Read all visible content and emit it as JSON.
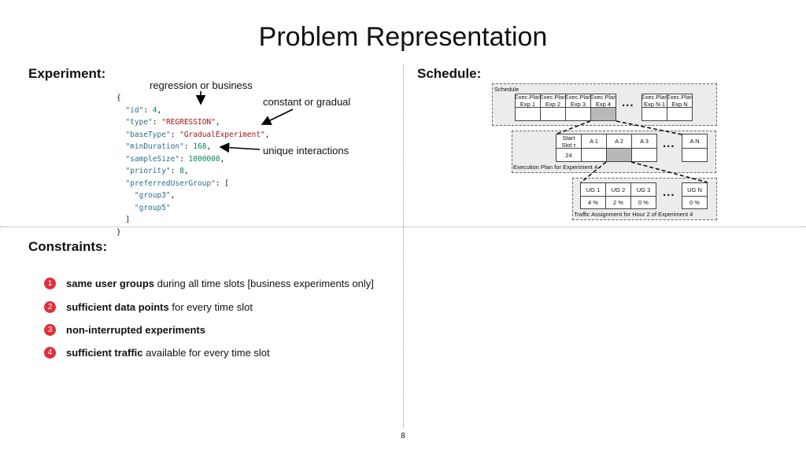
{
  "title": "Problem Representation",
  "experiment": {
    "heading": "Experiment:",
    "annotations": {
      "type_note": "regression or business",
      "base_type_note": "constant or gradual",
      "sample_size_note": "unique interactions"
    },
    "code_lines": [
      [
        "{"
      ],
      [
        "  ",
        "\"id\"",
        ": ",
        "4",
        ","
      ],
      [
        "  ",
        "\"type\"",
        ": ",
        "\"REGRESSION\"",
        ","
      ],
      [
        "  ",
        "\"baseType\"",
        ": ",
        "\"GradualExperiment\"",
        ","
      ],
      [
        "  ",
        "\"minDuration\"",
        ": ",
        "168",
        ","
      ],
      [
        "  ",
        "\"sampleSize\"",
        ": ",
        "1000000",
        ","
      ],
      [
        "  ",
        "\"priority\"",
        ": ",
        "8",
        ","
      ],
      [
        "  ",
        "\"preferredUserGroup\"",
        ": ["
      ],
      [
        "    ",
        "\"group3\"",
        ","
      ],
      [
        "    ",
        "\"group5\""
      ],
      [
        "  ]"
      ],
      [
        "}"
      ]
    ]
  },
  "schedule": {
    "heading": "Schedule:",
    "schedule_box_label": "Schedule",
    "exec_plans": [
      "Exec.Plan\nExp 1",
      "Exec.Plan\nExp 2",
      "Exec.Plan\nExp 3",
      "Exec.Plan\nExp 4",
      "Exec.Plan\nExp N-1",
      "Exec.Plan\nExp N"
    ],
    "ellipsis": "...",
    "execution_plan_label": "Execution Plan for Experiment 4",
    "exec_headers": [
      "Start\nSlot τ",
      "A 1",
      "A 2",
      "A 3",
      "A N"
    ],
    "exec_start_value": "24",
    "traffic_label": "Traffic Assignment for Hour 2 of Experiment 4",
    "traffic_headers": [
      "UG 1",
      "UG 2",
      "UG 3",
      "UG N"
    ],
    "traffic_values": [
      "4 %",
      "2 %",
      "0 %",
      "0 %"
    ]
  },
  "constraints": {
    "heading": "Constraints:",
    "items": [
      {
        "num": "1",
        "bold": "same user groups",
        "rest": " during all time slots [business experiments only]"
      },
      {
        "num": "2",
        "bold": "sufficient data points",
        "rest": " for every time slot"
      },
      {
        "num": "3",
        "bold": "non-interrupted experiments",
        "rest": ""
      },
      {
        "num": "4",
        "bold": "sufficient traffic",
        "rest": " available for every time slot"
      }
    ]
  },
  "page_number": "8",
  "colors": {
    "badge": "#e0303a",
    "highlight_cell": "#b8b8b8",
    "box_fill": "#ececec"
  }
}
